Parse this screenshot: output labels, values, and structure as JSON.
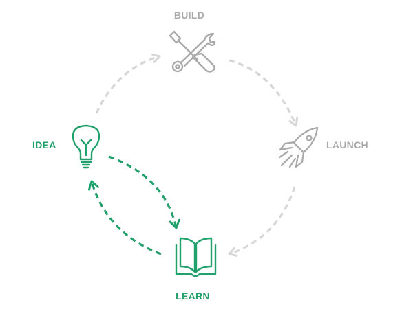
{
  "colors": {
    "active": "#22a06b",
    "inactive": "#a9a9a9",
    "inactive_arrow": "#d6d6d6"
  },
  "stages": {
    "build": {
      "label": "BUILD",
      "icon": "wrench-screwdriver-icon",
      "active": false
    },
    "launch": {
      "label": "LAUNCH",
      "icon": "rocket-icon",
      "active": false
    },
    "learn": {
      "label": "LEARN",
      "icon": "open-book-icon",
      "active": true
    },
    "idea": {
      "label": "IDEA",
      "icon": "lightbulb-icon",
      "active": true
    }
  },
  "arrows": [
    {
      "from": "idea",
      "to": "build",
      "active": false
    },
    {
      "from": "build",
      "to": "launch",
      "active": false
    },
    {
      "from": "launch",
      "to": "learn",
      "active": false
    },
    {
      "from": "idea",
      "to": "learn",
      "active": true
    },
    {
      "from": "learn",
      "to": "idea",
      "active": true
    }
  ]
}
